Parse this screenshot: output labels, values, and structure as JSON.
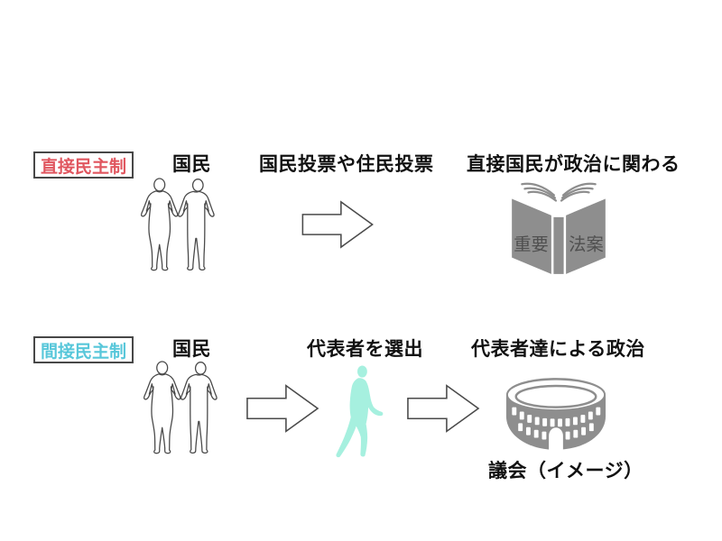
{
  "colors": {
    "direct_accent": "#e0565f",
    "indirect_accent": "#58c7da",
    "icon_gray": "#8e8e8e",
    "walker_mint": "#a6f0df",
    "outline_gray": "#4a4a4a",
    "heading_text": "#111111"
  },
  "direct": {
    "tag": "直接民主制",
    "subject": "国民",
    "method": "国民投票や住民投票",
    "result": "直接国民が政治に関わる",
    "book": {
      "left_page": "重要",
      "right_page": "法案"
    }
  },
  "indirect": {
    "tag": "間接民主制",
    "subject": "国民",
    "method": "代表者を選出",
    "result": "代表者達による政治",
    "caption": "議会（イメージ）"
  }
}
